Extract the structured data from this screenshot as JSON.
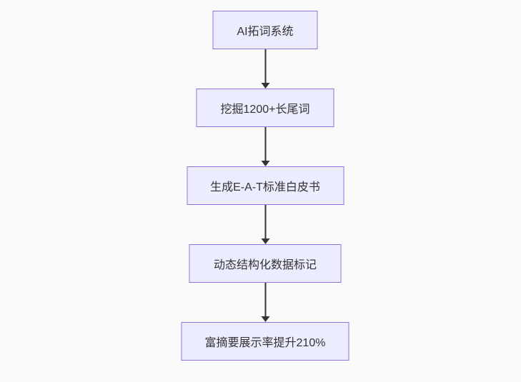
{
  "diagram": {
    "type": "flowchart-top-down",
    "nodes": [
      {
        "id": "node-1",
        "label": "AI拓词系统"
      },
      {
        "id": "node-2",
        "label": "挖掘1200+长尾词"
      },
      {
        "id": "node-3",
        "label": "生成E-A-T标准白皮书"
      },
      {
        "id": "node-4",
        "label": "动态结构化数据标记"
      },
      {
        "id": "node-5",
        "label": "富摘要展示率提升210%"
      }
    ],
    "edges": [
      {
        "from": "node-1",
        "to": "node-2",
        "label": ""
      },
      {
        "from": "node-2",
        "to": "node-3",
        "label": ""
      },
      {
        "from": "node-3",
        "to": "node-4",
        "label": ""
      },
      {
        "from": "node-4",
        "to": "node-5",
        "label": ""
      }
    ],
    "colors": {
      "node_fill": "#ECECFF",
      "node_border": "#9370DB",
      "arrow": "#333333",
      "text": "#333333",
      "background": "#fafafa"
    }
  }
}
